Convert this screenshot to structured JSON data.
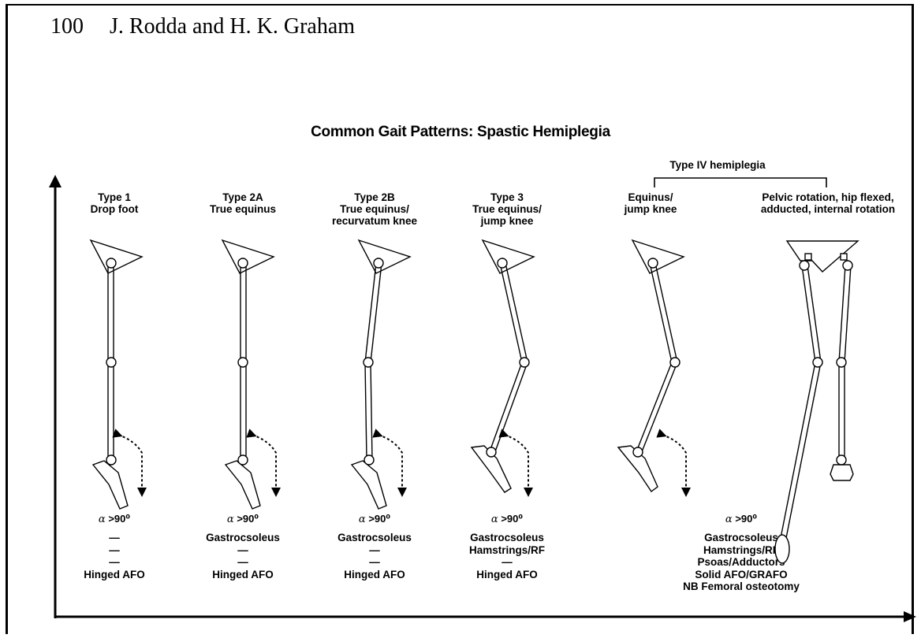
{
  "header": {
    "page_number": "100",
    "authors": "J. Rodda and H. K. Graham"
  },
  "figure": {
    "title": "Common Gait Patterns: Spastic Hemiplegia",
    "bracket_label": "Type IV hemiplegia",
    "columns": [
      {
        "label_lines": [
          "Type 1",
          "Drop foot"
        ],
        "alpha_symbol": "α",
        "alpha_value": ">90⁰",
        "treatment_lines": [
          "—",
          "—",
          "—",
          "Hinged AFO"
        ]
      },
      {
        "label_lines": [
          "Type 2A",
          "True equinus"
        ],
        "alpha_symbol": "α",
        "alpha_value": ">90⁰",
        "treatment_lines": [
          "Gastrocsoleus",
          "—",
          "—",
          "Hinged AFO"
        ]
      },
      {
        "label_lines": [
          "Type 2B",
          "True equinus/",
          "recurvatum knee"
        ],
        "alpha_symbol": "α",
        "alpha_value": ">90⁰",
        "treatment_lines": [
          "Gastrocsoleus",
          "—",
          "—",
          "Hinged AFO"
        ]
      },
      {
        "label_lines": [
          "Type 3",
          "True equinus/",
          "jump knee"
        ],
        "alpha_symbol": "α",
        "alpha_value": ">90⁰",
        "treatment_lines": [
          "Gastrocsoleus",
          "Hamstrings/RF",
          "—",
          "Hinged AFO"
        ]
      },
      {
        "label_lines": [
          "Equinus/",
          "jump knee"
        ]
      },
      {
        "label_lines": [
          "Pelvic rotation, hip flexed,",
          "adducted, internal rotation"
        ]
      }
    ],
    "type4_summary": {
      "alpha_symbol": "α",
      "alpha_value": ">90⁰",
      "treatment_lines": [
        "Gastrocsoleus",
        "Hamstrings/RF",
        "Psoas/Adductors",
        "Solid AFO/GRAFO",
        "NB Femoral osteotomy"
      ]
    }
  }
}
